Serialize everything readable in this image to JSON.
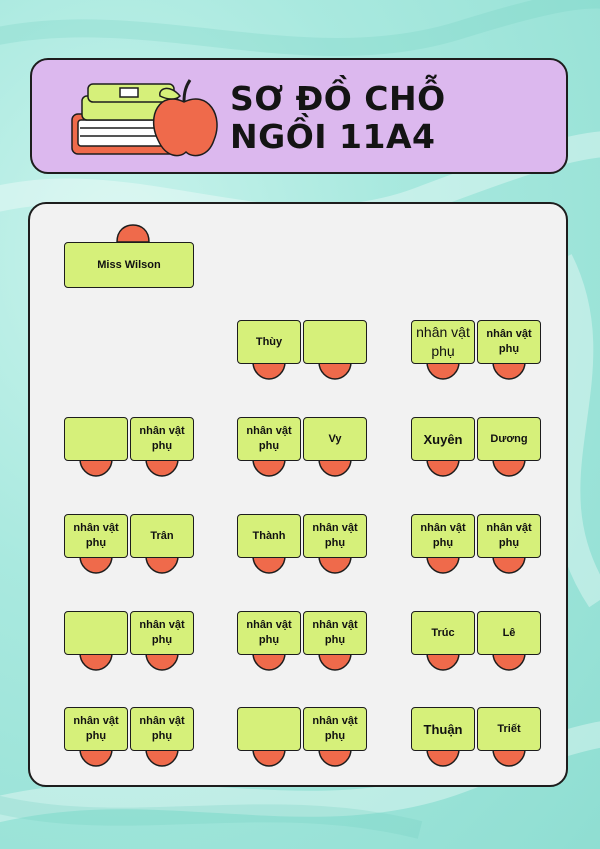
{
  "title": "SƠ ĐỒ CHỖ\nNGỒI 11A4",
  "colors": {
    "header_bg": "#dcb8ee",
    "desk": "#d6f07a",
    "chair": "#ef6a4b",
    "panel": "#f2f2f2",
    "background": "#a9e9df"
  },
  "icons": [
    "books-icon",
    "apple-icon"
  ],
  "teacher": {
    "label": "Miss Wilson"
  },
  "desks": [
    {
      "name": "Thùy"
    },
    {
      "name": ""
    },
    {
      "name": "nhân vật phụ",
      "style": "big"
    },
    {
      "name": "nhân vật phụ"
    },
    {
      "name": ""
    },
    {
      "name": "nhân vật phụ"
    },
    {
      "name": "nhân vật phụ"
    },
    {
      "name": "Vy"
    },
    {
      "name": "Xuyên",
      "style": "bold"
    },
    {
      "name": "Dương"
    },
    {
      "name": "nhân vật phụ"
    },
    {
      "name": "Trân"
    },
    {
      "name": "Thành"
    },
    {
      "name": "nhân vật phụ"
    },
    {
      "name": "nhân vật phụ"
    },
    {
      "name": "nhân vật phụ"
    },
    {
      "name": ""
    },
    {
      "name": "nhân vật phụ"
    },
    {
      "name": "nhân vật phụ"
    },
    {
      "name": "nhân vật phụ"
    },
    {
      "name": "Trúc"
    },
    {
      "name": "Lê"
    },
    {
      "name": "nhân vật phụ"
    },
    {
      "name": "nhân vật phụ"
    },
    {
      "name": ""
    },
    {
      "name": "nhân vật phụ"
    },
    {
      "name": "Thuận",
      "style": "bold"
    },
    {
      "name": "Triết"
    }
  ]
}
